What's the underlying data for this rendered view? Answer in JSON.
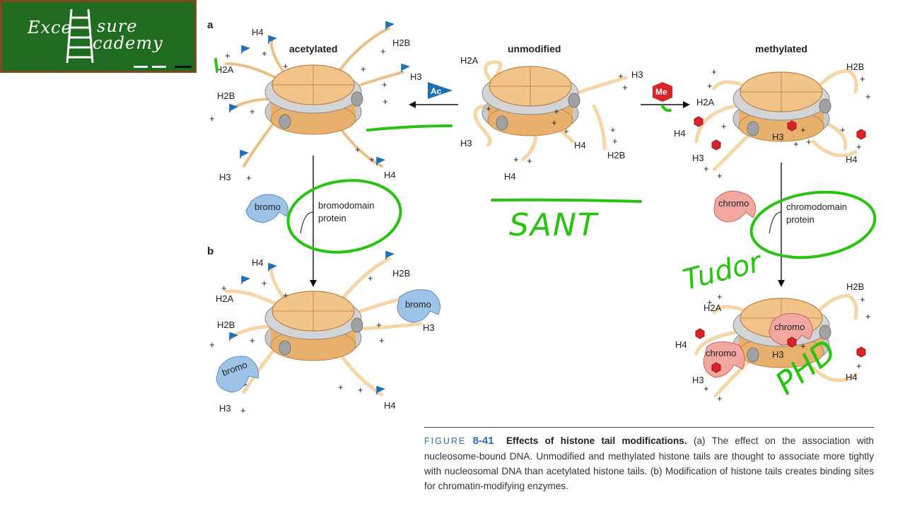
{
  "logo": {
    "line1": "Exce",
    "line2": "sure",
    "line3": "cademy",
    "full_name": "Excel Sure Academy"
  },
  "panels": {
    "a": "a",
    "b": "b"
  },
  "states": {
    "acetylated": "acetylated",
    "unmodified": "unmodified",
    "methylated": "methylated"
  },
  "histones": {
    "h2a": "H2A",
    "h2b": "H2B",
    "h3": "H3",
    "h4": "H4"
  },
  "modifiers": {
    "ac": "Ac",
    "me": "Me"
  },
  "readers": {
    "bromo": "bromo",
    "bromo_label_1": "bromodomain",
    "bromo_label_2": "protein",
    "chromo": "chromo",
    "chromo_label_1": "chromodomain",
    "chromo_label_2": "protein"
  },
  "annotations": {
    "sant": "SANT",
    "tudor": "Tudor",
    "phd": "PHD"
  },
  "charge": "+",
  "caption": {
    "figure_word": "FIGURE",
    "figure_number": "8-41",
    "title": "Effects of histone tail modifications.",
    "body": "(a) The effect on the association with nucleosome-bound DNA. Unmodified and methylated histone tails are thought to associate more tightly with nucleosomal DNA than acetylated histone tails. (b) Modification of histone tails creates binding sites for chromatin-modifying enzymes."
  },
  "colors": {
    "core": "#f3c48a",
    "core_dark": "#e0a866",
    "dna": "#c9cacb",
    "tail": "#f6d5a6",
    "bromo": "#9ec3e8",
    "chromo": "#f2a7a0",
    "ac_flag": "#1f6fb5",
    "me_hex": "#d8232a",
    "annotation": "#27c40f",
    "caption_accent": "#2a6fb5",
    "logo_bg": "#1f6b1f"
  }
}
